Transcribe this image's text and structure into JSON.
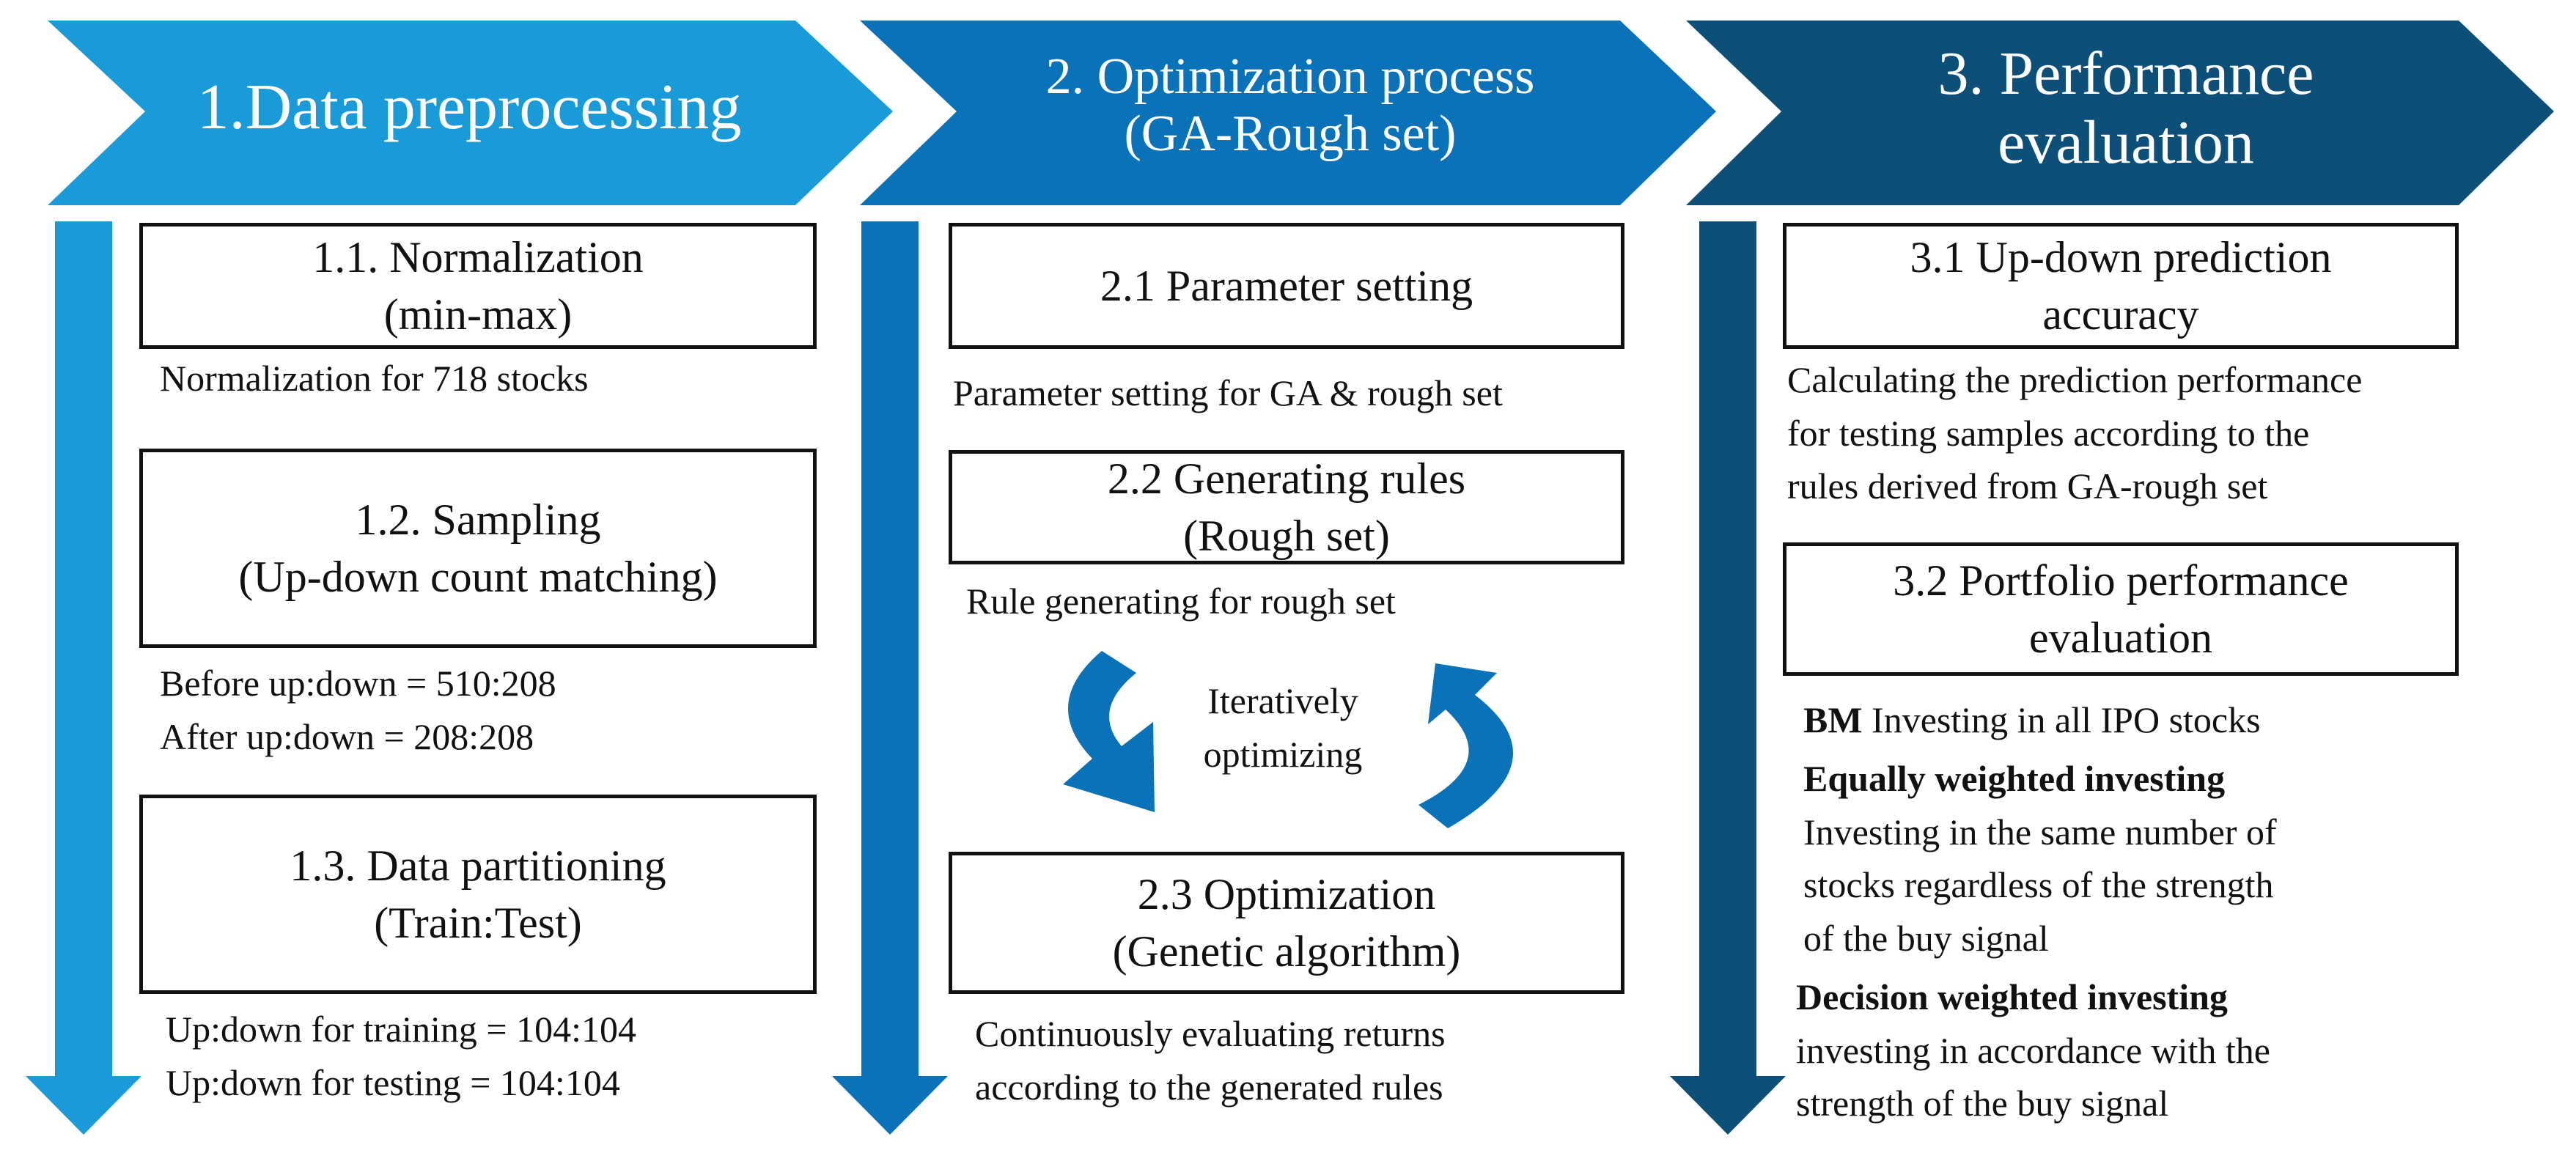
{
  "colors": {
    "step1": "#1a9bd9",
    "step2": "#0a72b8",
    "step3": "#0c4f79"
  },
  "stages": [
    {
      "title_lines": [
        "1.Data preprocessing"
      ],
      "boxes": [
        {
          "lines": [
            "1.1. Normalization",
            "(min-max)"
          ]
        },
        {
          "lines": [
            "1.2. Sampling",
            "(Up-down count matching)"
          ]
        },
        {
          "lines": [
            "1.3. Data partitioning",
            "(Train:Test)"
          ]
        }
      ],
      "notes": [
        {
          "lines": [
            "Normalization for 718 stocks"
          ]
        },
        {
          "lines": [
            "Before up:down  = 510:208",
            "After up:down  = 208:208"
          ]
        },
        {
          "lines": [
            "Up:down  for training = 104:104",
            "Up:down  for testing = 104:104"
          ]
        }
      ]
    },
    {
      "title_lines": [
        "2. Optimization  process",
        "(GA-Rough set)"
      ],
      "boxes": [
        {
          "lines": [
            "2.1 Parameter setting"
          ]
        },
        {
          "lines": [
            "2.2 Generating rules",
            "(Rough set)"
          ]
        },
        {
          "lines": [
            "2.3 Optimization",
            "(Genetic algorithm)"
          ]
        }
      ],
      "notes": [
        {
          "lines": [
            "Parameter setting for GA & rough set"
          ]
        },
        {
          "lines": [
            "Rule generating for rough set"
          ]
        },
        {
          "lines": [
            "Continuously evaluating returns",
            "according to the generated rules"
          ]
        }
      ],
      "loop_label_lines": [
        "Iteratively",
        "optimizing"
      ]
    },
    {
      "title_lines": [
        "3. Performance",
        "evaluation"
      ],
      "boxes": [
        {
          "lines": [
            "3.1 Up-down prediction",
            "accuracy"
          ]
        },
        {
          "lines": [
            "3.2 Portfolio performance",
            "evaluation"
          ]
        }
      ],
      "notes": [
        {
          "lines": [
            "Calculating the prediction performance",
            "for testing samples according to the",
            "rules derived  from GA-rough set"
          ]
        }
      ],
      "strategies": [
        {
          "name": "BM",
          "desc_lines": [
            " Investing in all IPO stocks"
          ]
        },
        {
          "name": "Equally  weighted investing",
          "desc_lines": [
            "Investing in the same number of",
            "stocks regardless of the strength",
            "of the buy signal"
          ]
        },
        {
          "name": "Decision  weighted investing",
          "desc_lines": [
            "investing in accordance with the",
            "strength of the buy signal"
          ]
        }
      ]
    }
  ]
}
